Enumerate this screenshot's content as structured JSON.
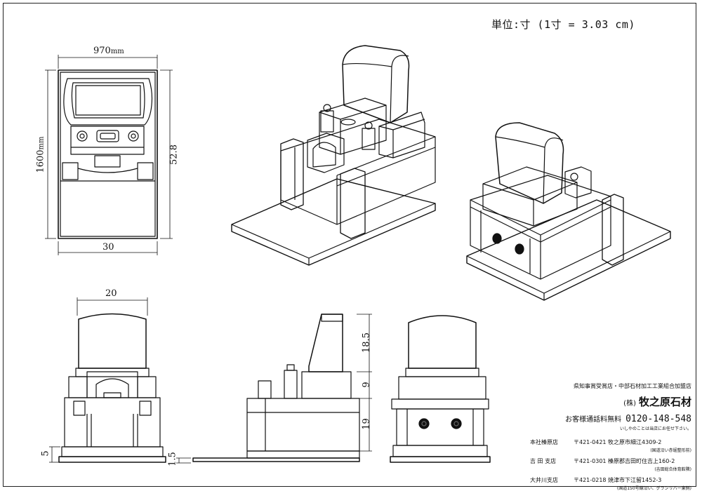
{
  "unit_note": "単位:寸 (1寸 = 3.03 cm)",
  "dims": {
    "plan_width": "970",
    "plan_width_unit": "mm",
    "plan_depth": "1600",
    "plan_depth_unit": "mm",
    "plan_depth_shaku": "52.8",
    "plan_width_shaku": "30",
    "front_width": "20",
    "base_height": "5",
    "side_plinth": "1.5",
    "side_top": "18.5",
    "side_mid": "9",
    "side_low": "19"
  },
  "company": {
    "association": "県知事賞受賞店・中部石材加工工業組合加盟店",
    "kabu": "(株)",
    "name": "牧之原石材",
    "phone_label": "お客様通話料無料",
    "phone": "0120-148-548",
    "phone_note": "いしやのことは当店にお任せ下さい。",
    "branches": [
      {
        "name": "本社榛原店",
        "address": "〒421-0421 牧之原市細江4309-2",
        "note": "(国道沿い赤堀整形前)"
      },
      {
        "name": "吉 田 支店",
        "address": "〒421-0301 榛原郡吉田町住吉上160-2",
        "note": "(吉田総合体育館隣)"
      },
      {
        "name": "大井川支店",
        "address": "〒421-0218 焼津市下江留1452-3",
        "note": "(国道150号線沿い、グランリバー東側)"
      }
    ]
  }
}
